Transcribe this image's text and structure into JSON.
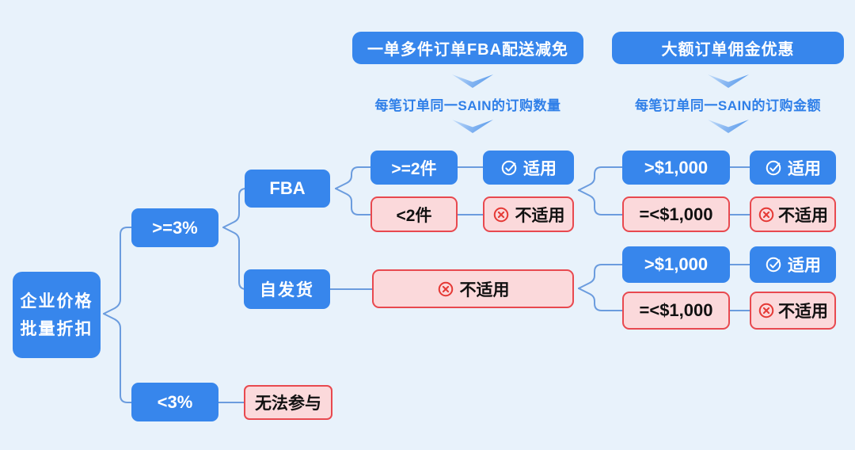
{
  "headers": {
    "fba_shipping_discount": "一单多件订单FBA配送减免",
    "large_order_commission": "大额订单佣金优惠"
  },
  "criteria": {
    "quantity": "每笔订单同一SAIN的订购数量",
    "amount": "每笔订单同一SAIN的订购金额"
  },
  "nodes": {
    "root_line1": "企业价格",
    "root_line2": "批量折扣",
    "rate_ge3": ">=3%",
    "rate_lt3": "<3%",
    "fba": "FBA",
    "self_fulfilled": "自发货",
    "qty_ge2": ">=2件",
    "qty_lt2": "<2件",
    "amount_gt1000": ">$1,000",
    "amount_le1000": "=<$1,000",
    "applicable": "适用",
    "not_applicable": "不适用",
    "cannot_participate": "无法参与"
  },
  "icons": {
    "applicable": "check-circle-icon",
    "not_applicable": "x-circle-icon"
  },
  "colors": {
    "background": "#E8F2FB",
    "node_blue": "#3786EC",
    "pink_bg": "#FBD9DB",
    "red_border": "#E8494F",
    "red_icon": "#E53935",
    "connector": "#6B9CDE",
    "label_blue": "#2F7FE8"
  }
}
